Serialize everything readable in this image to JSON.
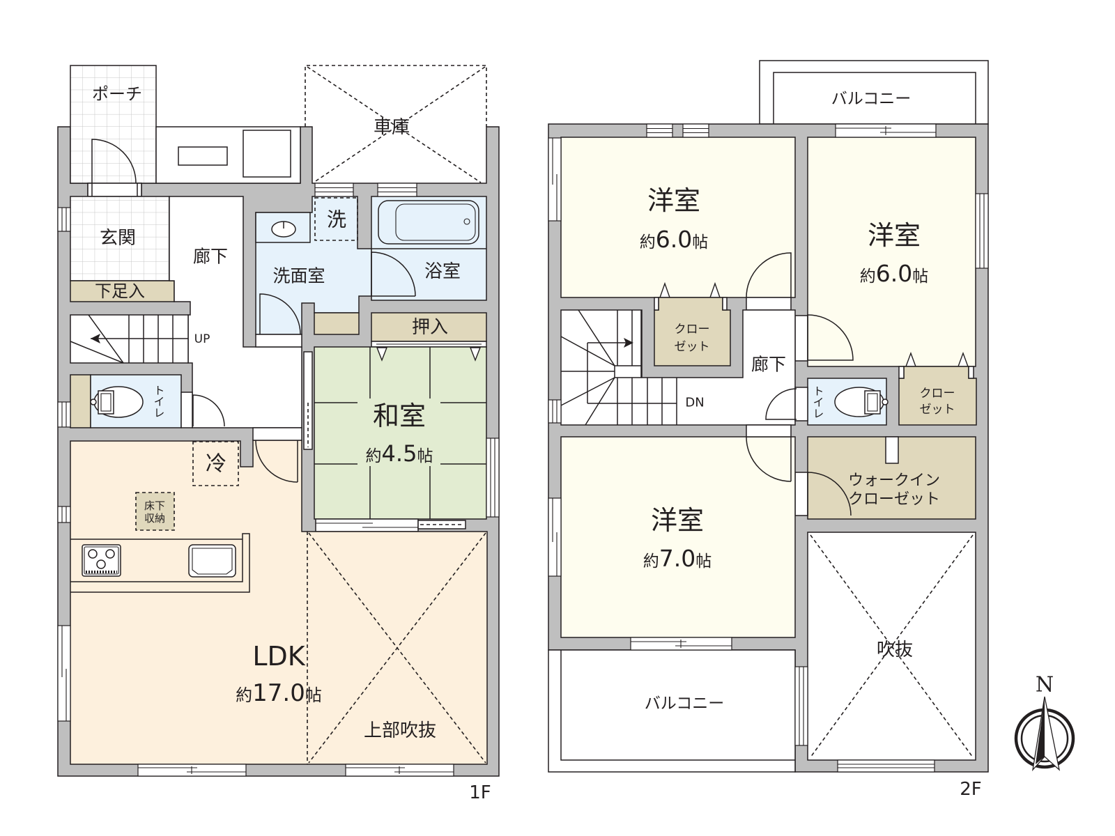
{
  "plan": {
    "floor1": {
      "floor_label": "1F",
      "porch": "ポーチ",
      "garage": "車庫",
      "entrance": "玄関",
      "shoe_storage": "下足入",
      "hallway": "廊下",
      "washroom": "洗面室",
      "washer_space": "洗",
      "bathroom": "浴室",
      "oshiire_closet": "押入",
      "stairs_direction": "UP",
      "toilet": "トイレ",
      "fridge_space": "冷",
      "underfloor_storage": {
        "line1": "床下",
        "line2": "収納"
      },
      "japanese_room": {
        "name": "和室",
        "approx": "約",
        "size": "4.5",
        "unit": "帖"
      },
      "ldk": {
        "name": "LDK",
        "approx": "約",
        "size": "17.0",
        "unit": "帖"
      },
      "open_ceiling_above": "上部吹抜"
    },
    "floor2": {
      "floor_label": "2F",
      "balcony_north": "バルコニー",
      "western_room_nw": {
        "name": "洋室",
        "approx": "約",
        "size": "6.0",
        "unit": "帖"
      },
      "western_room_ne": {
        "name": "洋室",
        "approx": "約",
        "size": "6.0",
        "unit": "帖"
      },
      "western_room_s": {
        "name": "洋室",
        "approx": "約",
        "size": "7.0",
        "unit": "帖"
      },
      "closet_1": {
        "line1": "クロー",
        "line2": "ゼット"
      },
      "closet_2": {
        "line1": "クロー",
        "line2": "ゼット"
      },
      "hallway": "廊下",
      "stairs_direction": "DN",
      "toilet": "トイレ",
      "walk_in_closet": {
        "line1": "ウォークイン",
        "line2": "クローゼット"
      },
      "balcony_south": "バルコニー",
      "open_ceiling": "吹抜"
    }
  },
  "compass": {
    "north_label": "N"
  },
  "colors": {
    "wall": "#bfbfbf",
    "line": "#231f20",
    "wet_area": "#e6f2fb",
    "storage": "#e0d8bc",
    "tatami": "#e2ecd1",
    "ldk": "#fdf0dd",
    "western_room": "#fefdef",
    "outdoor": "#ffffff"
  }
}
